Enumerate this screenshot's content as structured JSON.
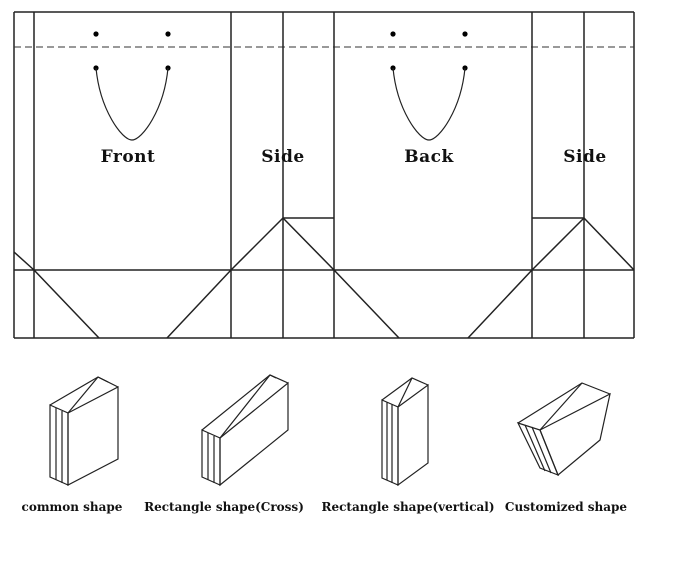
{
  "panels": {
    "front": "Front",
    "side_1": "Side",
    "back": "Back",
    "side_2": "Side"
  },
  "shapes": {
    "common": "common shape",
    "rect_cross": "Rectangle shape(Cross)",
    "rect_vertical": "Rectangle shape(vertical)",
    "customized": "Customized shape"
  }
}
